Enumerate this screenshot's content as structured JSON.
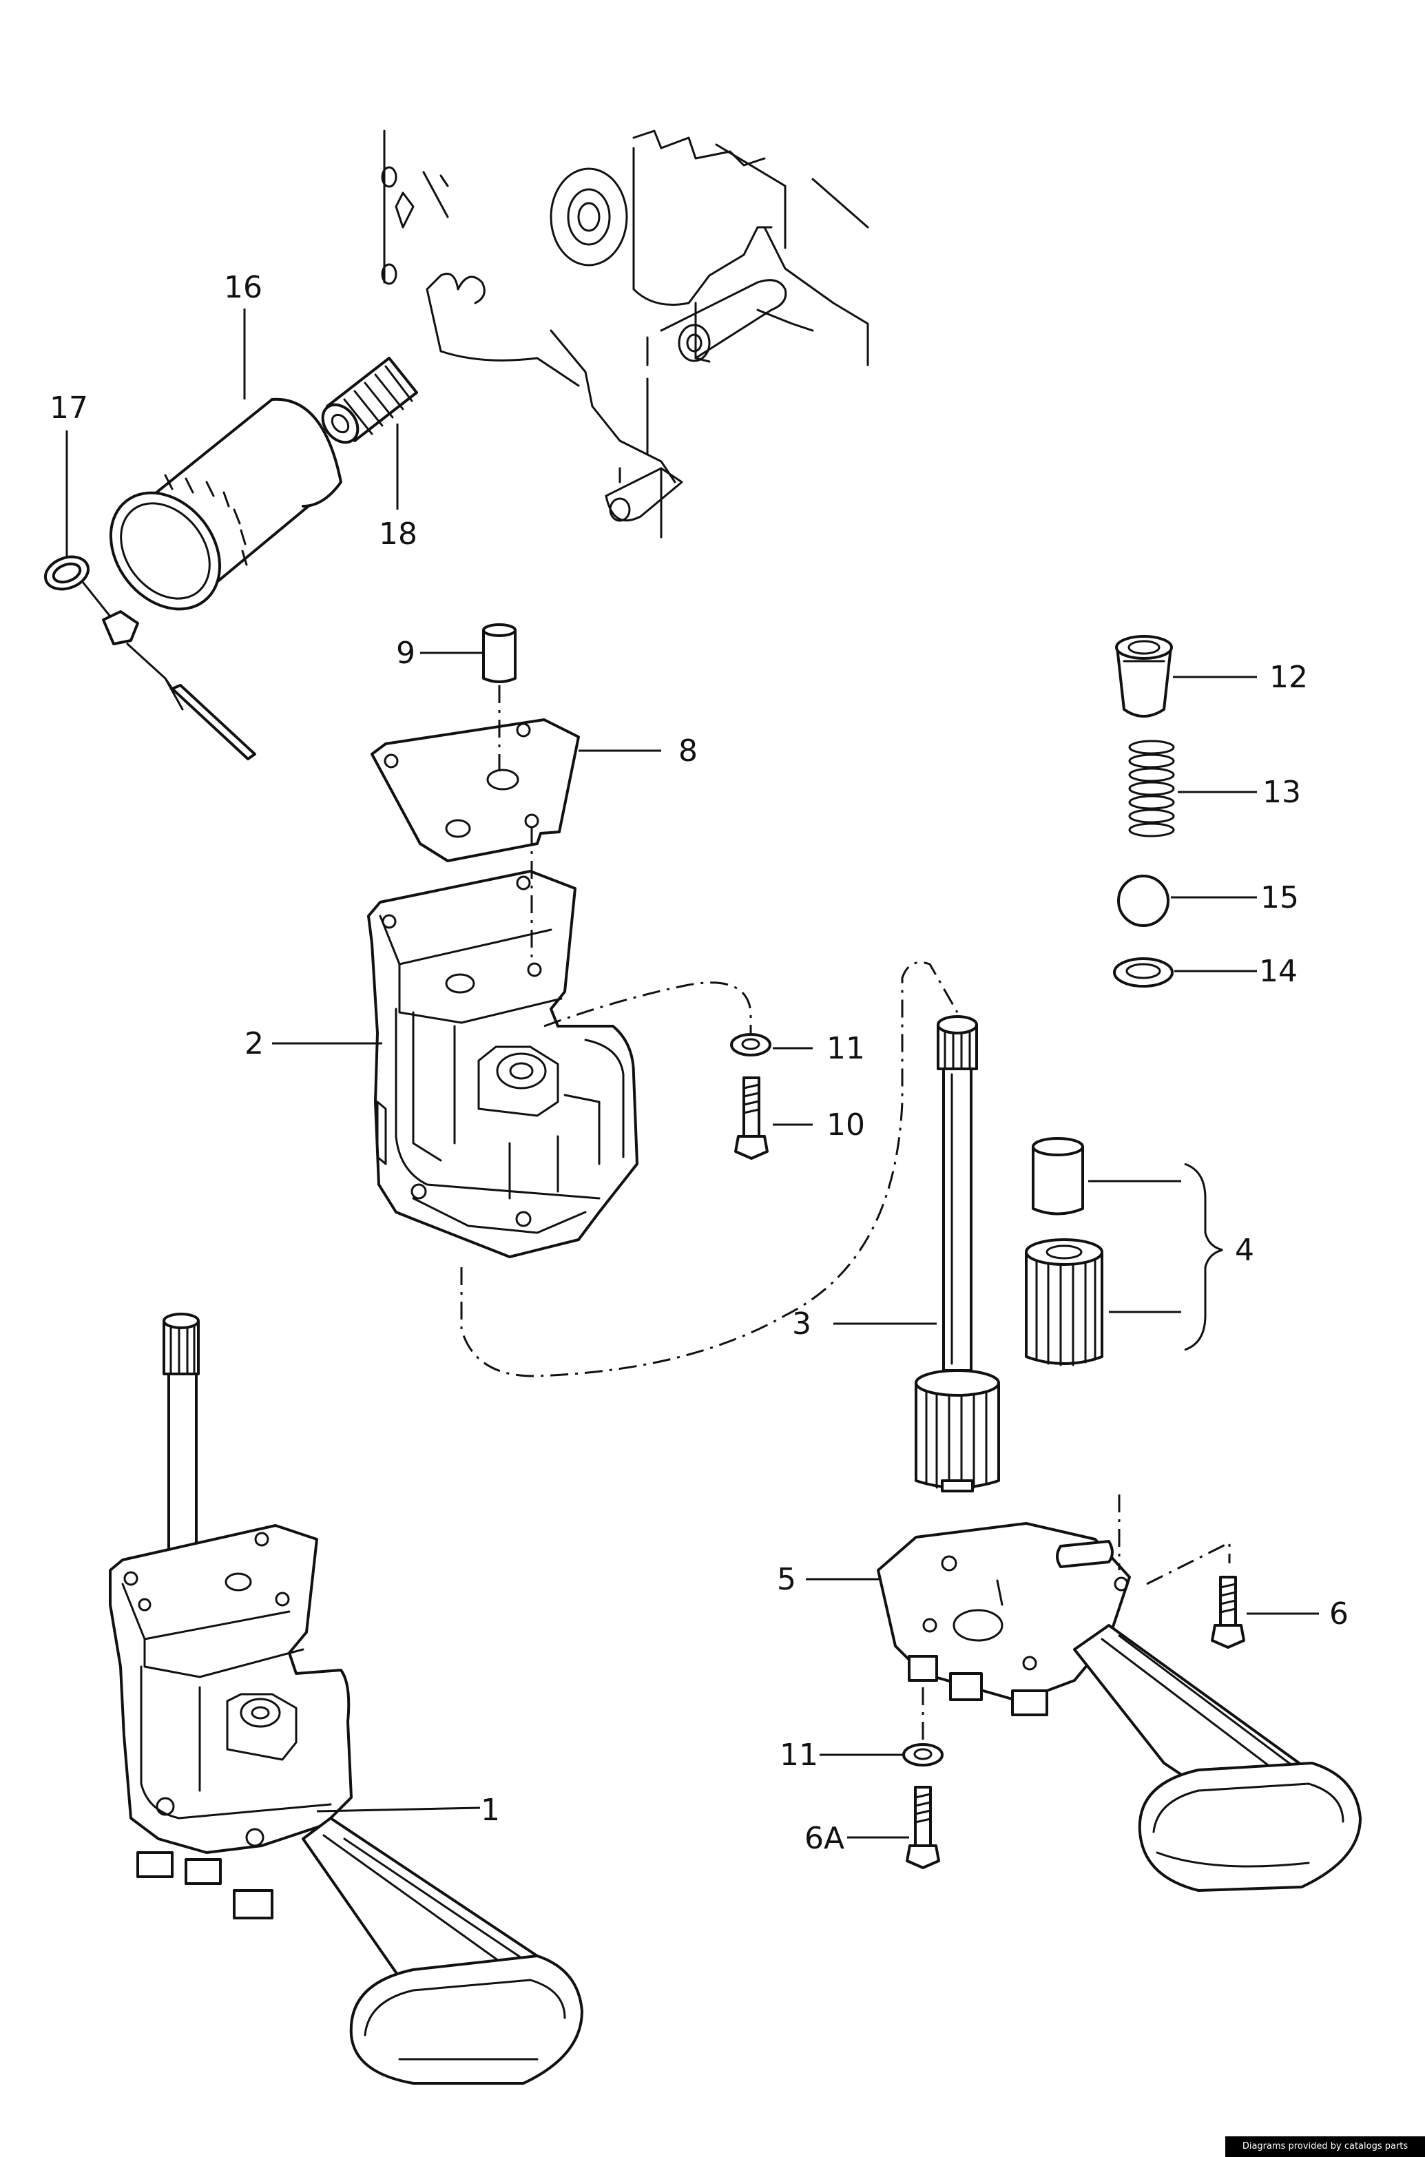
{
  "callouts": {
    "c1": "1",
    "c2": "2",
    "c3": "3",
    "c4": "4",
    "c5": "5",
    "c6": "6",
    "c6a": "6A",
    "c8": "8",
    "c9": "9",
    "c10": "10",
    "c11a": "11",
    "c11b": "11",
    "c12": "12",
    "c13": "13",
    "c14": "14",
    "c15": "15",
    "c16": "16",
    "c17": "17",
    "c18": "18"
  },
  "footer": {
    "text": "Diagrams provided by catalogs parts"
  }
}
